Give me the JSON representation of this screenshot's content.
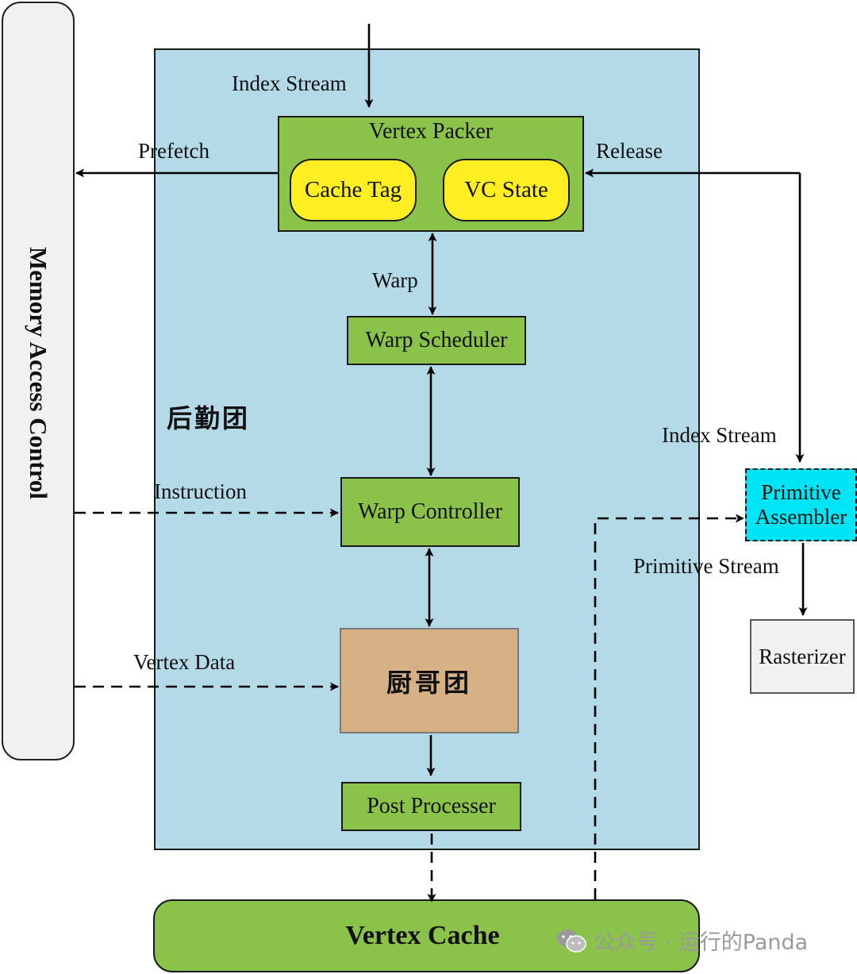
{
  "diagram": {
    "memory_access_control": "Memory Access Control",
    "group_backend": "后勤团",
    "vertex_packer": {
      "title": "Vertex Packer",
      "cache_tag": "Cache Tag",
      "vc_state": "VC State"
    },
    "warp_scheduler": "Warp Scheduler",
    "warp_controller": "Warp Controller",
    "chef_group": "厨哥团",
    "post_processer": "Post Processer",
    "vertex_cache": "Vertex Cache",
    "primitive_assembler": {
      "line1": "Primitive",
      "line2": "Assembler"
    },
    "rasterizer": "Rasterizer",
    "edge_labels": {
      "index_stream_top": "Index Stream",
      "prefetch": "Prefetch",
      "release": "Release",
      "warp": "Warp",
      "index_stream_right": "Index Stream",
      "instruction": "Instruction",
      "primitive_stream": "Primitive Stream",
      "vertex_data": "Vertex Data"
    }
  },
  "watermark": {
    "icon": "wechat-icon",
    "text": "公众号 · 运行的Panda"
  },
  "colors": {
    "region_bg": "#b4d9e7",
    "unit_green": "#8bc34a",
    "pill_yellow": "#ffee22",
    "chef_tan": "#d5b185",
    "assembler_cyan": "#00e5f5",
    "neutral_gray": "#f1f1f1"
  }
}
